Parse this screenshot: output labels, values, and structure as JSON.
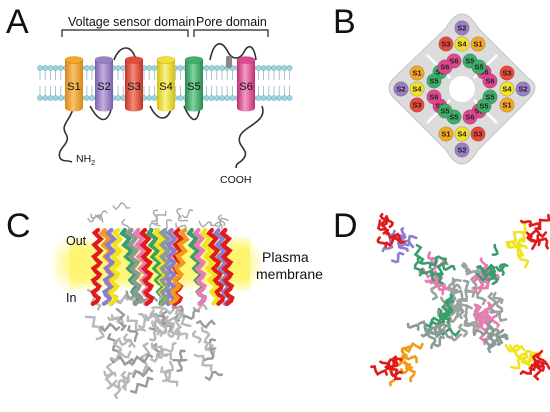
{
  "panels": {
    "a": {
      "label": "A",
      "voltage_sensor_domain": "Voltage sensor domain",
      "pore_domain": "Pore domain",
      "segments": [
        "S1",
        "S2",
        "S3",
        "S4",
        "S5",
        "S6"
      ],
      "n_terminus": "NH",
      "n_terminus_subscript": "2",
      "c_terminus": "COOH"
    },
    "b": {
      "label": "B"
    },
    "c": {
      "label": "C",
      "out_label": "Out",
      "in_label": "In",
      "membrane_label_line1": "Plasma",
      "membrane_label_line2": "membrane"
    },
    "d": {
      "label": "D"
    }
  },
  "colors": {
    "S1": "#f5a623",
    "S2": "#9b7fc4",
    "S3": "#e8493a",
    "S4": "#f2e12e",
    "S5": "#3fae6a",
    "S6": "#e0478f",
    "red_helix": "#e01b1b",
    "orange_helix": "#f29a1a",
    "purple_helix": "#8f7ccf",
    "yellow_helix": "#f0e41e",
    "green_helix": "#3a9e6c",
    "pink_helix": "#e67cb4",
    "grey_helix": "#8a9a95",
    "membrane_glow": "#fff46a",
    "lipid_head": "#9fd3df",
    "tetramer_bg": "#dcdcdc"
  }
}
